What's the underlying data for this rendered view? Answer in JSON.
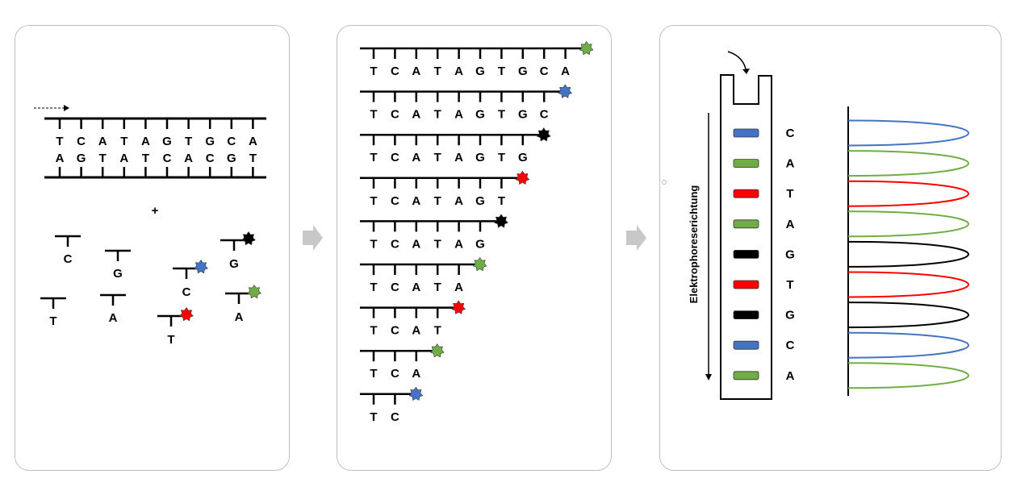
{
  "colors": {
    "A": "#70ad47",
    "C": "#4472c4",
    "G": "#000000",
    "T": "#ff0000",
    "arrow_gray": "#c8c8c8",
    "panel_border": "#bfbfbf"
  },
  "panel_template": {
    "template_strand": [
      "T",
      "C",
      "A",
      "T",
      "A",
      "G",
      "T",
      "G",
      "C",
      "A"
    ],
    "complement_strand": [
      "A",
      "G",
      "T",
      "A",
      "T",
      "C",
      "A",
      "C",
      "G",
      "T"
    ],
    "plus_sign": "+",
    "unlabeled_nucleotides": [
      "C",
      "G",
      "T",
      "A"
    ],
    "labeled_nucleotides": [
      "G",
      "C",
      "A",
      "T"
    ]
  },
  "panel_fragments": {
    "fragments": [
      {
        "bases": [
          "T",
          "C",
          "A",
          "T",
          "A",
          "G",
          "T",
          "G",
          "C",
          "A"
        ],
        "end": "A"
      },
      {
        "bases": [
          "T",
          "C",
          "A",
          "T",
          "A",
          "G",
          "T",
          "G",
          "C"
        ],
        "end": "C"
      },
      {
        "bases": [
          "T",
          "C",
          "A",
          "T",
          "A",
          "G",
          "T",
          "G"
        ],
        "end": "G"
      },
      {
        "bases": [
          "T",
          "C",
          "A",
          "T",
          "A",
          "G",
          "T"
        ],
        "end": "T"
      },
      {
        "bases": [
          "T",
          "C",
          "A",
          "T",
          "A",
          "G"
        ],
        "end": "G"
      },
      {
        "bases": [
          "T",
          "C",
          "A",
          "T",
          "A"
        ],
        "end": "A"
      },
      {
        "bases": [
          "T",
          "C",
          "A",
          "T"
        ],
        "end": "T"
      },
      {
        "bases": [
          "T",
          "C",
          "A"
        ],
        "end": "A"
      },
      {
        "bases": [
          "T",
          "C"
        ],
        "end": "C"
      }
    ]
  },
  "panel_gel": {
    "direction_label": "Elektrophoreserichtung",
    "bands": [
      "C",
      "A",
      "T",
      "A",
      "G",
      "T",
      "G",
      "C",
      "A"
    ]
  }
}
